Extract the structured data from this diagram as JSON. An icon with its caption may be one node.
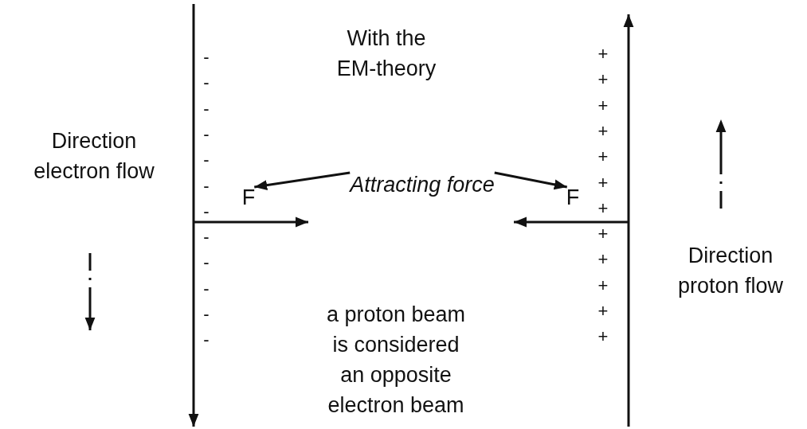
{
  "diagram": {
    "nodes": [
      {
        "text": [
          "Attracting force"
        ]
      },
      {
        "text": [
          "F"
        ]
      },
      {
        "text": [
          "F"
        ]
      }
    ],
    "edges": [
      {
        "from": 0,
        "to": 1,
        "arrow": "to"
      },
      {
        "from": 0,
        "to": 2,
        "arrow": "to"
      }
    ],
    "labels": [
      "With the EM-theory",
      "Direction electron flow",
      "-",
      "-",
      "-",
      "-",
      "-",
      "-",
      "-",
      "-",
      "-",
      "-",
      "-",
      "-",
      "+",
      "+",
      "+",
      "+",
      "+",
      "+",
      "+",
      "+",
      "+",
      "+",
      "+",
      "+",
      "Direction proton flow",
      "a proton beam is considered an opposite electron beam"
    ]
  }
}
